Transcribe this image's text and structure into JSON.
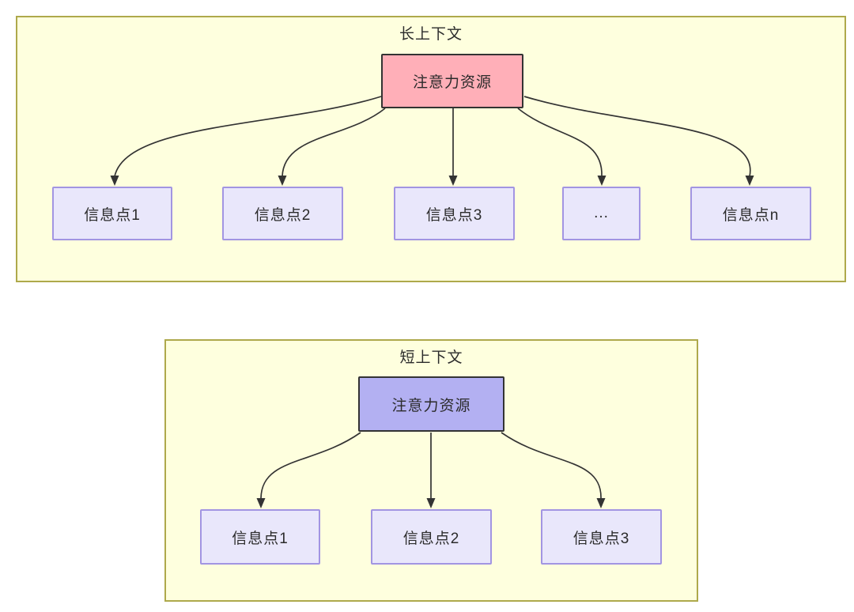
{
  "long_context": {
    "title": "长上下文",
    "attention_label": "注意力资源",
    "nodes": [
      "信息点1",
      "信息点2",
      "信息点3",
      "...",
      "信息点n"
    ]
  },
  "short_context": {
    "title": "短上下文",
    "attention_label": "注意力资源",
    "nodes": [
      "信息点1",
      "信息点2",
      "信息点3"
    ]
  },
  "colors": {
    "container_fill": "#feffde",
    "container_border": "#aea94b",
    "attention_long_fill": "#ffafb8",
    "attention_short_fill": "#b3b0f2",
    "attention_border": "#333333",
    "node_fill": "#e9e7fb",
    "node_border": "#a295e2",
    "arrow": "#333333",
    "text": "#2b2b2b"
  }
}
